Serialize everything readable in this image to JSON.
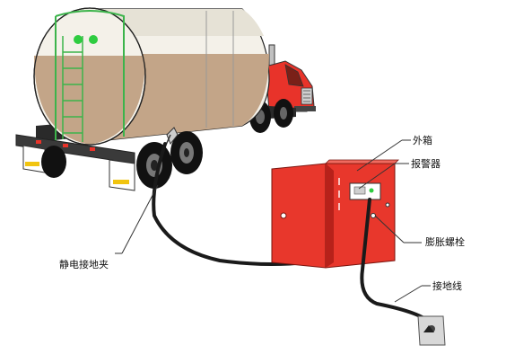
{
  "labels": {
    "outer_box": "外箱",
    "alarm": "报警器",
    "expansion_bolt": "膨胀螺栓",
    "ground_wire": "接地线",
    "static_clamp": "静电接地夹"
  },
  "colors": {
    "tank_top": "#f4f1e9",
    "tank_liquid": "#c3a588",
    "tank_frame": "#3cb44b",
    "tank_eyes": "#2ecc40",
    "cab_red": "#e8332a",
    "box_red": "#e8372c",
    "box_dark": "#b7211a",
    "wheel": "#111111",
    "cable": "#1a1a1a",
    "chassis": "#2a2a2a",
    "ground_plate": "#d8d8d8"
  }
}
